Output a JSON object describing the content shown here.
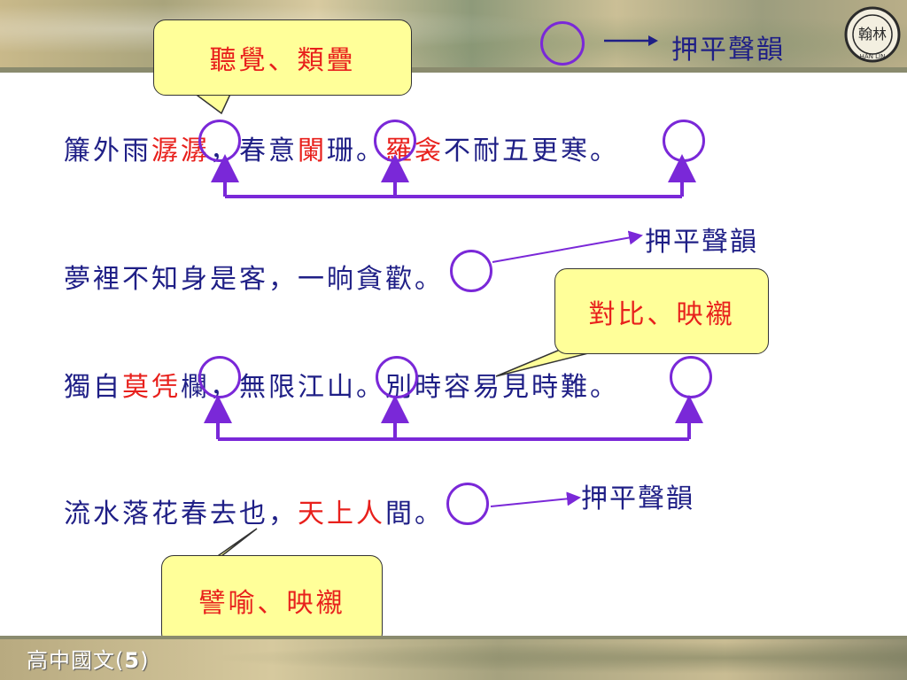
{
  "slide": {
    "legend_label": "押平聲韻",
    "footer": {
      "text": "高中國文(",
      "num": "5",
      "close": ")"
    },
    "logo": {
      "text": "翰林",
      "subtitle": "HAN LIN"
    }
  },
  "callouts": {
    "top": "聽覺、類疊",
    "middle": "對比、映襯",
    "bottom": "譬喻、映襯"
  },
  "rhyme_labels": {
    "line2": "押平聲韻",
    "line4": "押平聲韻"
  },
  "poem": {
    "line1": {
      "a": "簾外雨",
      "b": "潺潺",
      "c": "，春意",
      "d": "闌",
      "e": "珊。",
      "f": "羅衾",
      "g": "不耐五更寒。"
    },
    "line2": {
      "a": "夢裡不知身是客，一晌貪歡。"
    },
    "line3": {
      "a": "獨自",
      "b": "莫凭",
      "c": "欄，無限江山。別時容易見時難。"
    },
    "line4": {
      "a": "流水落花春去也，",
      "b": "天上人",
      "c": "間。"
    }
  },
  "colors": {
    "accent_ring": "#7a28d8",
    "text_blue": "#1f1f86",
    "highlight_red": "#e8201c",
    "callout_fill": "#ffff99"
  }
}
